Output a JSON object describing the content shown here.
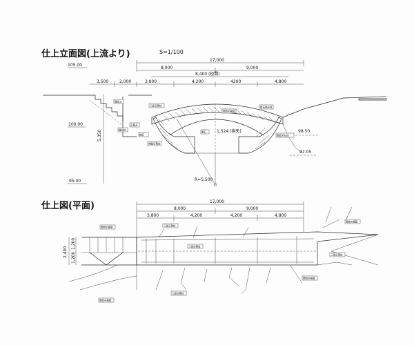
{
  "elevation": {
    "title": "仕上立面図(上流より)",
    "scale": "S=1/100",
    "levels": {
      "top": "105.00",
      "mid": "100.00",
      "bottom": "95.00",
      "water1": "98.50",
      "water2": "97.05"
    },
    "dims": {
      "total": "17,000",
      "left_half": "8,000",
      "right_half": "9,000",
      "span": "8,400 (径間)",
      "d1": "3,500",
      "d2": "2,000",
      "d3": "3,800",
      "d4": "4,200",
      "d5": "4200",
      "d6": "4,800",
      "height": "5,350",
      "rise": "1,524 (拱矢)",
      "radius": "R=5,500"
    },
    "tags": [
      "階段工",
      "階段詳",
      "石積み",
      "三面石積詳",
      "輪石",
      "要石",
      "側壁石積詳",
      "間詰め擁壁",
      "間詰め石詳",
      "壁石積み詳"
    ]
  },
  "plan": {
    "title": "仕上図(平面)",
    "dims": {
      "total": "17,000",
      "left_half": "8,000",
      "right_half": "9,000",
      "d3": "3,800",
      "d4": "4,200",
      "d5": "4,200",
      "d6": "4,800",
      "width": "2,400",
      "w1": "1,200",
      "w2": "1,200"
    },
    "tags": [
      "間詰め擁壁",
      "三面石積詳",
      "三面石積詳",
      "間詰め擁壁",
      "三面石積詳",
      "間詰め擁壁",
      "間詰め擁壁",
      "三面石積詳"
    ]
  }
}
